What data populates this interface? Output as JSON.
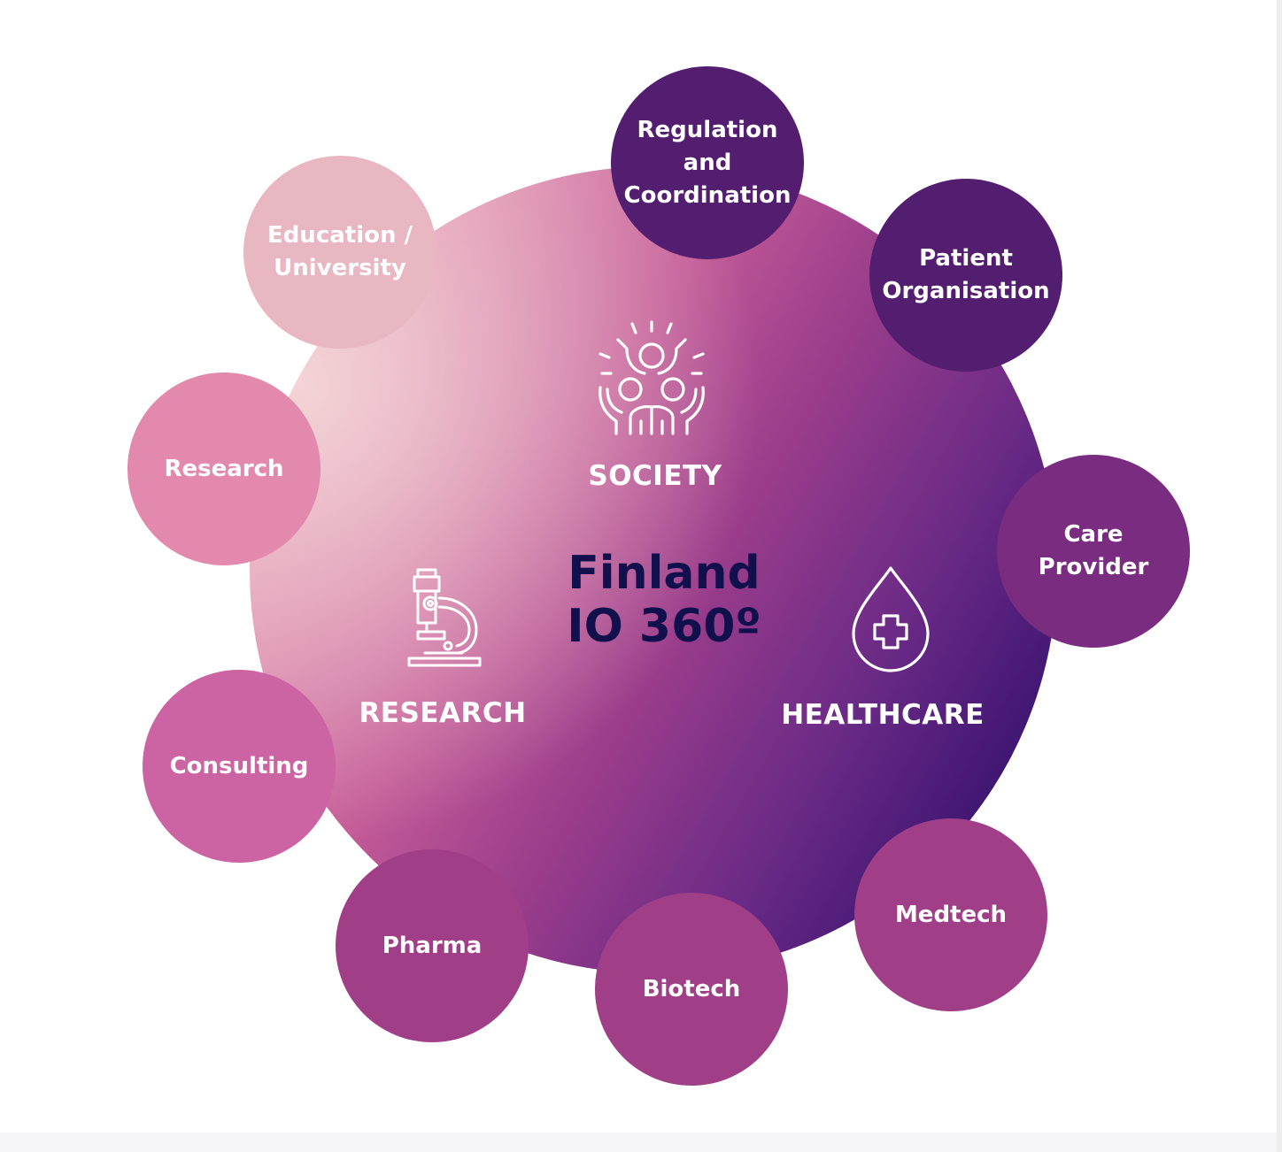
{
  "center": {
    "line1": "Finland",
    "line2": "IO 360º"
  },
  "sectors": {
    "society": "SOCIETY",
    "research": "RESEARCH",
    "healthcare": "HEALTHCARE"
  },
  "satellites": [
    {
      "id": "regulation",
      "label": "Regulation\nand\nCoordination",
      "color": "#531e70"
    },
    {
      "id": "patient",
      "label": "Patient\nOrganisation",
      "color": "#531e70"
    },
    {
      "id": "care",
      "label": "Care\nProvider",
      "color": "#7a2d80"
    },
    {
      "id": "medtech",
      "label": "Medtech",
      "color": "#a03e88"
    },
    {
      "id": "biotech",
      "label": "Biotech",
      "color": "#a03e88"
    },
    {
      "id": "pharma",
      "label": "Pharma",
      "color": "#a03e88"
    },
    {
      "id": "consulting",
      "label": "Consulting",
      "color": "#cc63a2"
    },
    {
      "id": "research",
      "label": "Research",
      "color": "#e389ad"
    },
    {
      "id": "education",
      "label": "Education /\nUniversity",
      "color": "#e9b7c2"
    }
  ],
  "icons": {
    "society": "people-celebrating-icon",
    "research": "microscope-icon",
    "healthcare": "drop-with-cross-icon"
  }
}
